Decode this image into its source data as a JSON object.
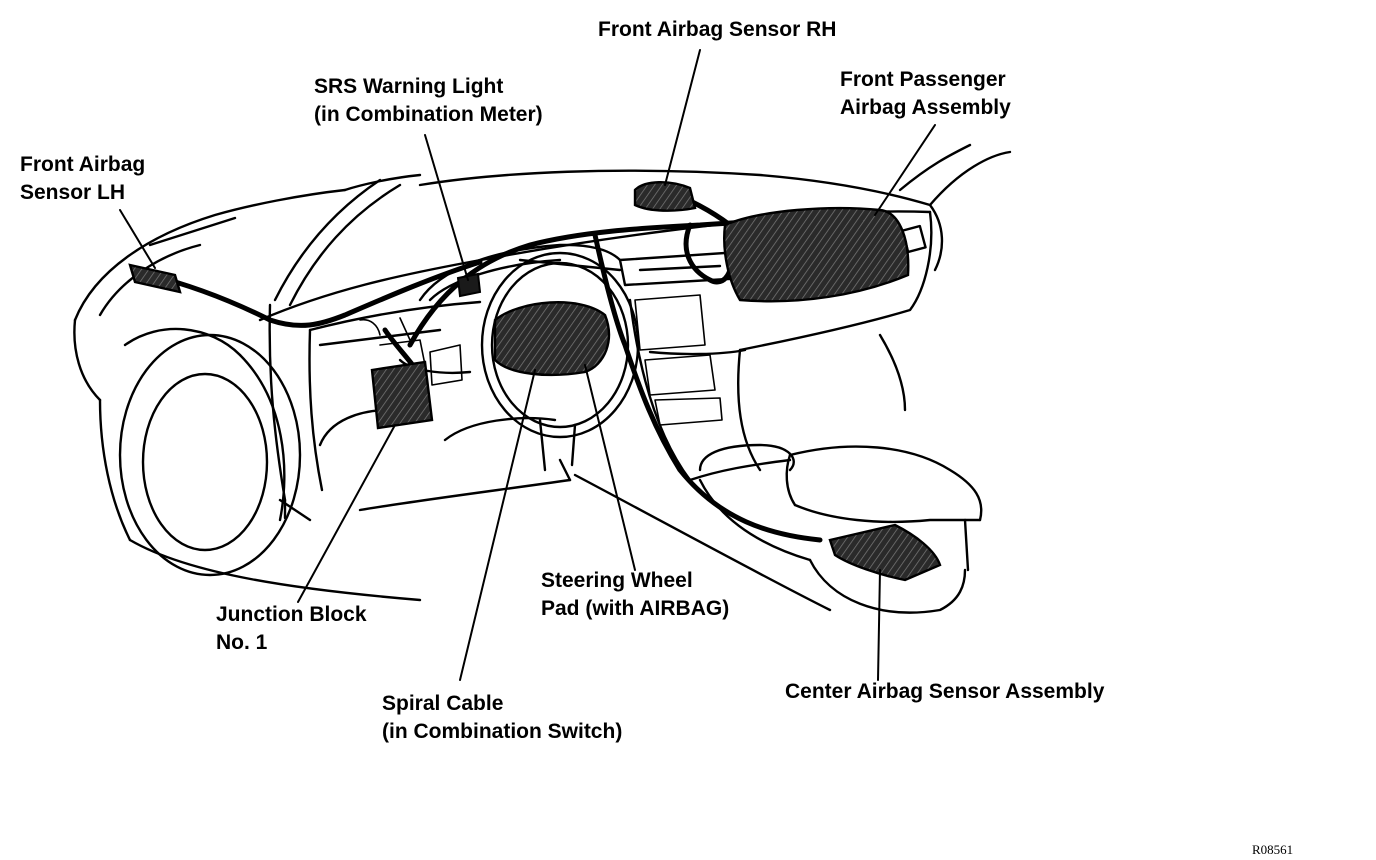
{
  "labels": {
    "front_airbag_sensor_rh": "Front Airbag Sensor RH",
    "srs_warning_light_line1": "SRS Warning Light",
    "srs_warning_light_line2": "(in Combination Meter)",
    "front_passenger_airbag_line1": "Front Passenger",
    "front_passenger_airbag_line2": "Airbag Assembly",
    "front_airbag_sensor_lh_line1": "Front Airbag",
    "front_airbag_sensor_lh_line2": "Sensor LH",
    "junction_block_line1": "Junction Block",
    "junction_block_line2": "No. 1",
    "steering_wheel_pad_line1": "Steering Wheel",
    "steering_wheel_pad_line2": "Pad (with AIRBAG)",
    "spiral_cable_line1": "Spiral Cable",
    "spiral_cable_line2": "(in Combination Switch)",
    "center_airbag_sensor": "Center Airbag Sensor Assembly"
  },
  "figure_code": "R08561",
  "colors": {
    "ink": "#000000",
    "background": "#ffffff"
  }
}
